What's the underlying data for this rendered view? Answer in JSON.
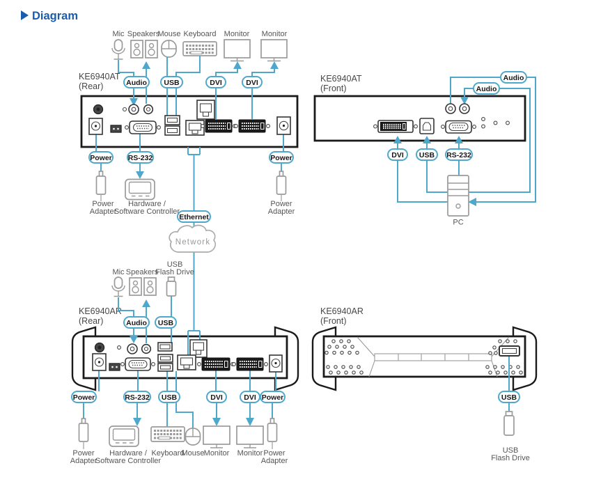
{
  "title": "Diagram",
  "colors": {
    "accent_line": "#4FA8CC",
    "title_blue": "#1A5DAB",
    "device_outline": "#1A1A1A",
    "icon_gray": "#9A9A9A",
    "label_gray": "#555555"
  },
  "at_rear": {
    "name": "KE6940AT",
    "view": "(Rear)",
    "devices": {
      "mic": "Mic",
      "speakers": "Speakers",
      "mouse": "Mouse",
      "keyboard": "Keyboard",
      "monitor1": "Monitor",
      "monitor2": "Monitor"
    },
    "pills": {
      "audio": "Audio",
      "usb": "USB",
      "dvi1": "DVI",
      "dvi2": "DVI",
      "power_left": "Power",
      "rs232": "RS-232",
      "power_right": "Power"
    },
    "below": {
      "power_adapter_left": {
        "line1": "Power",
        "line2": "Adapter"
      },
      "controller": {
        "line1": "Hardware /",
        "line2": "Software Controller"
      },
      "power_adapter_right": {
        "line1": "Power",
        "line2": "Adapter"
      }
    }
  },
  "link": {
    "ethernet": "Ethernet",
    "network": "Network"
  },
  "at_front": {
    "name": "KE6940AT",
    "view": "(Front)",
    "pills": {
      "audio_upper": "Audio",
      "audio_lower": "Audio",
      "dvi": "DVI",
      "usb": "USB",
      "rs232": "RS-232"
    },
    "pc": "PC"
  },
  "ar_rear": {
    "name": "KE6940AR",
    "view": "(Rear)",
    "devices": {
      "mic": "Mic",
      "speakers": "Speakers",
      "usb_flash": {
        "line1": "USB",
        "line2": "Flash Drive"
      }
    },
    "pills": {
      "audio": "Audio",
      "usb_top": "USB",
      "power_left": "Power",
      "rs232": "RS-232",
      "usb": "USB",
      "dvi1": "DVI",
      "dvi2": "DVI",
      "power_right": "Power"
    },
    "below": {
      "power_adapter_left": {
        "line1": "Power",
        "line2": "Adapter"
      },
      "controller": {
        "line1": "Hardware /",
        "line2": "Software Controller"
      },
      "keyboard": "Keyboard",
      "mouse": "Mouse",
      "monitor1": "Monitor",
      "monitor2": "Monitor",
      "power_adapter_right": {
        "line1": "Power",
        "line2": "Adapter"
      }
    }
  },
  "ar_front": {
    "name": "KE6940AR",
    "view": "(Front)",
    "pills": {
      "usb": "USB"
    },
    "below": {
      "usb_flash": {
        "line1": "USB",
        "line2": "Flash Drive"
      }
    }
  }
}
